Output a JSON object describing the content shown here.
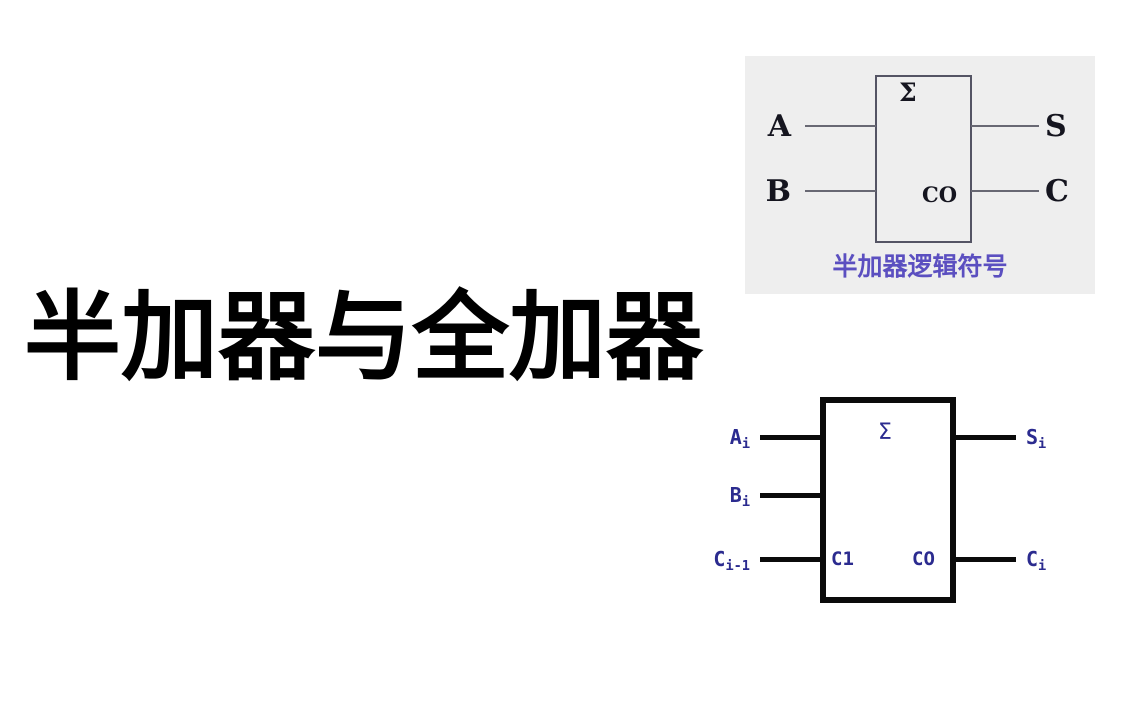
{
  "page": {
    "title": "半加器与全加器",
    "background_color": "#ffffff"
  },
  "half_adder": {
    "panel_background": "#eeeeee",
    "caption": "半加器逻辑符号",
    "caption_color": "#5b4fc0",
    "box_symbol": "Σ",
    "carry_out_port": "CO",
    "inputs": [
      {
        "label": "A"
      },
      {
        "label": "B"
      }
    ],
    "outputs": [
      {
        "label": "S"
      },
      {
        "label": "C"
      }
    ],
    "line_color": "#686873",
    "text_color": "#15151f"
  },
  "full_adder": {
    "box_symbol": "Σ",
    "carry_in_port": "C1",
    "carry_out_port": "CO",
    "inputs": [
      {
        "base": "A",
        "sub": "i"
      },
      {
        "base": "B",
        "sub": "i"
      },
      {
        "base": "C",
        "sub": "i-1"
      }
    ],
    "outputs": [
      {
        "base": "S",
        "sub": "i"
      },
      {
        "base": "C",
        "sub": "i"
      }
    ],
    "line_color": "#0b0b0b",
    "text_color": "#2b2b8f"
  }
}
